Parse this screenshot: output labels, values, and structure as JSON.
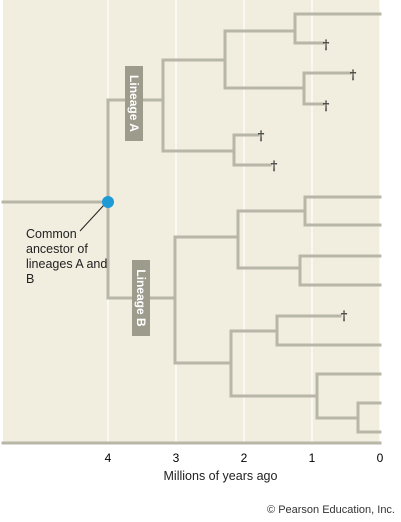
{
  "diagram": {
    "colors": {
      "panel": "#f1eedf",
      "branch": "#b8b6a6",
      "gridline": "#ffffff",
      "node": "#1e9bd7",
      "label_box": "#9d9b8c",
      "label_text": "#ffffff",
      "extinct_marker": "#333333"
    },
    "lineage_a_label": "Lineage A",
    "lineage_b_label": "Lineage B",
    "ancestor_label": "Common ancestor of lineages A and B",
    "extinct_symbol": "†",
    "axis": {
      "title": "Millions of years ago",
      "ticks": [
        "4",
        "3",
        "2",
        "1",
        "0"
      ]
    },
    "credit": "© Pearson Education, Inc."
  }
}
